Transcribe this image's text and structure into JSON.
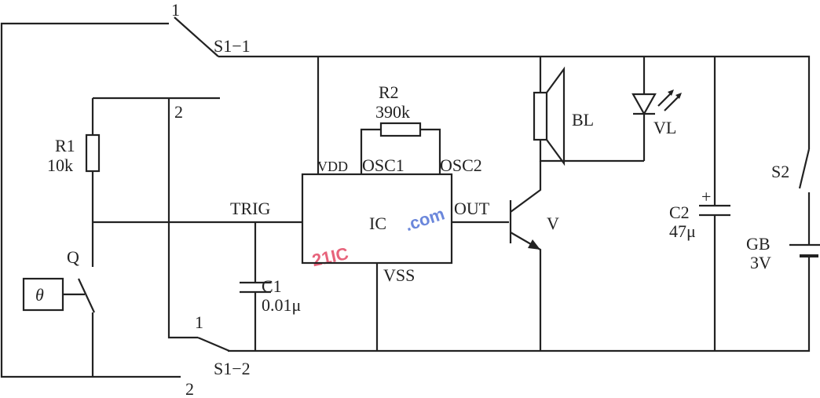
{
  "labels": {
    "s1_1": "S1−1",
    "s1_1_pos1": "1",
    "s1_2": "S1−2",
    "s1_2_pos1": "1",
    "pos2_top": "2",
    "pos2_bottom": "2",
    "r1": "R1",
    "r1_value": "10k",
    "r2": "R2",
    "r2_value": "390k",
    "q": "Q",
    "theta": "θ",
    "trig": "TRIG",
    "c1": "C1",
    "c1_value": "0.01μ",
    "vdd": "VDD",
    "osc1": "OSC1",
    "osc2": "OSC2",
    "ic": "IC",
    "out": "OUT",
    "vss": "VSS",
    "v": "V",
    "bl": "BL",
    "vl": "VL",
    "c2": "C2",
    "c2_plus": "+",
    "c2_value": "47μ",
    "s2": "S2",
    "gb": "GB",
    "gb_value": "3V"
  },
  "watermark": {
    "text_a": "21IC",
    "text_b": ".com",
    "color_a": "#e03050",
    "color_b": "#3a5fcf"
  }
}
